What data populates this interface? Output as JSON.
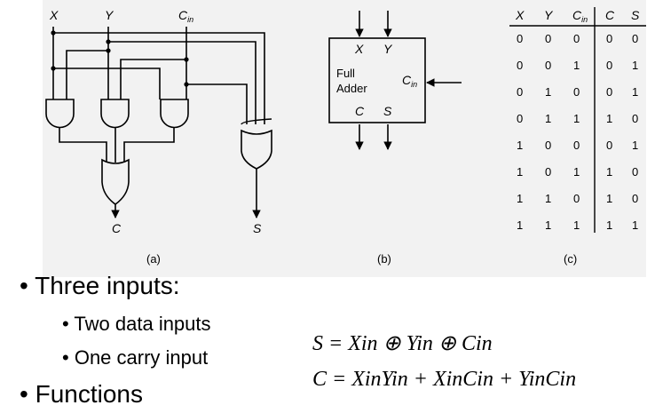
{
  "circuit": {
    "input_labels": [
      "X",
      "Y",
      "C"
    ],
    "cin_sub": "in",
    "output_c": "C",
    "output_s": "S",
    "caption": "(a)"
  },
  "block": {
    "label_x": "X",
    "label_y": "Y",
    "title_line1": "Full",
    "title_line2": "Adder",
    "label_cin": "C",
    "cin_sub": "in",
    "label_c": "C",
    "label_s": "S",
    "caption": "(b)"
  },
  "truth_table": {
    "headers": [
      "X",
      "Y",
      "C",
      "C",
      "S"
    ],
    "cin_sub": "in",
    "rows": [
      [
        "0",
        "0",
        "0",
        "0",
        "0"
      ],
      [
        "0",
        "0",
        "1",
        "0",
        "1"
      ],
      [
        "0",
        "1",
        "0",
        "0",
        "1"
      ],
      [
        "0",
        "1",
        "1",
        "1",
        "0"
      ],
      [
        "1",
        "0",
        "0",
        "0",
        "1"
      ],
      [
        "1",
        "0",
        "1",
        "1",
        "0"
      ],
      [
        "1",
        "1",
        "0",
        "1",
        "0"
      ],
      [
        "1",
        "1",
        "1",
        "1",
        "1"
      ]
    ],
    "caption": "(c)"
  },
  "bullets": {
    "main1": "Three inputs:",
    "sub1": "Two data inputs",
    "sub2": "One carry input",
    "main2": "Functions",
    "marker": "•"
  },
  "equations": {
    "s_eq": "S = Xin ⊕ Yin ⊕ Cin",
    "c_eq": "C = XinYin + XinCin + YinCin"
  }
}
